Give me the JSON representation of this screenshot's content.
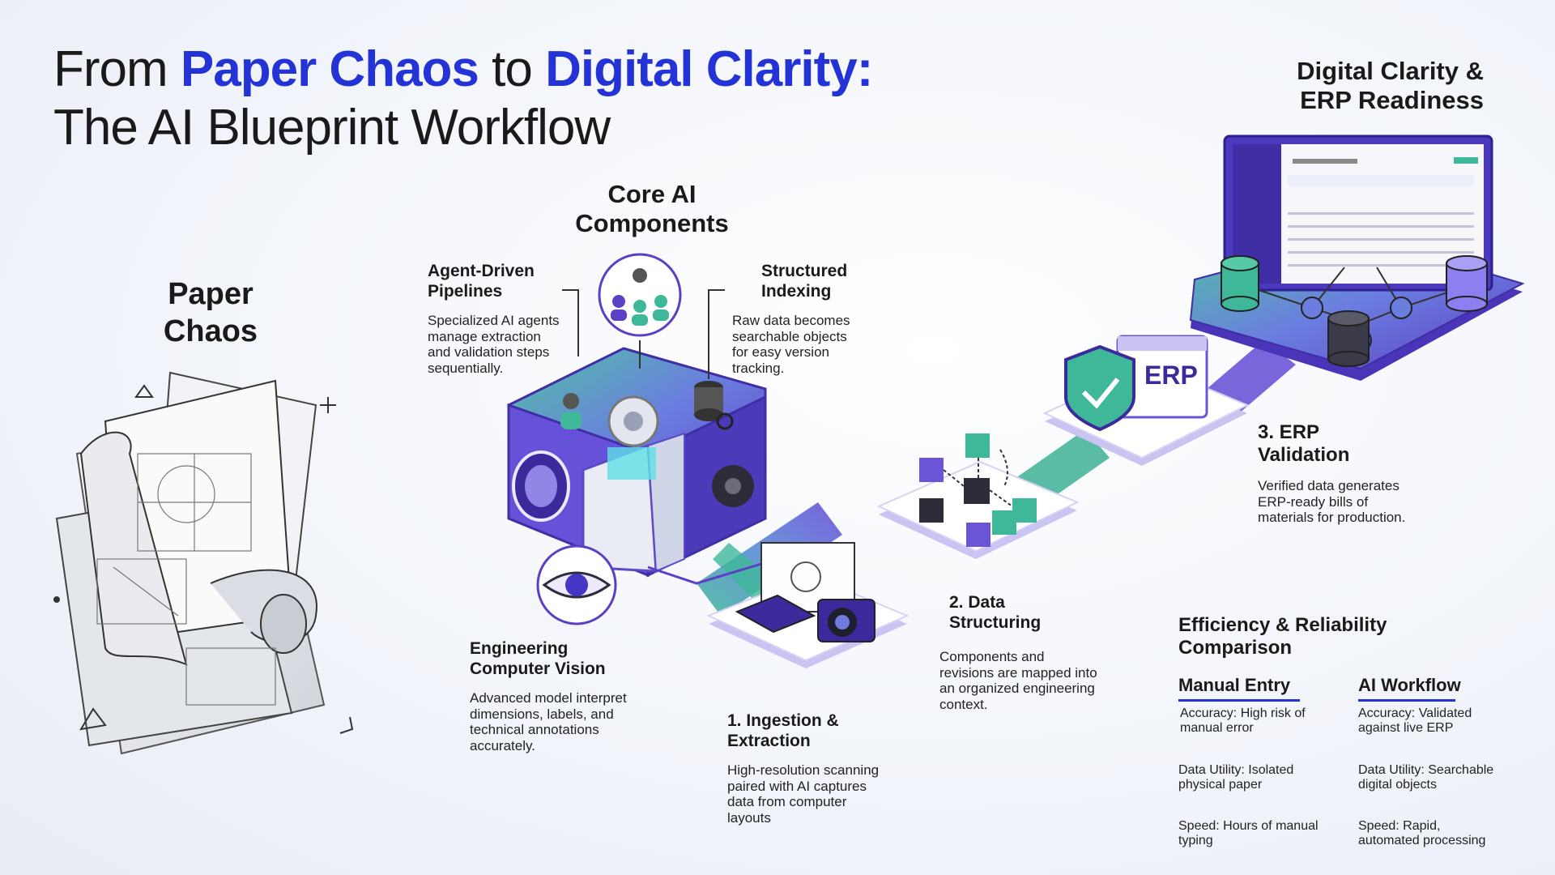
{
  "title": {
    "part1": "From ",
    "highlight1": "Paper Chaos",
    "part2": " to ",
    "highlight2": "Digital Clarity:",
    "line2": "The AI Blueprint Workflow"
  },
  "paper_chaos": {
    "line1": "Paper",
    "line2": "Chaos"
  },
  "core": {
    "heading_line1": "Core AI",
    "heading_line2": "Components",
    "agent": {
      "title_line1": "Agent-Driven",
      "title_line2": "Pipelines",
      "text": [
        "Specialized AI agents",
        "manage extraction",
        "and validation steps",
        "sequentially."
      ]
    },
    "indexing": {
      "title_line1": "Structured",
      "title_line2": "Indexing",
      "text": [
        "Raw data becomes",
        "searchable objects",
        "for easy version",
        "tracking."
      ]
    },
    "vision": {
      "title_line1": "Engineering",
      "title_line2": "Computer Vision",
      "text": [
        "Advanced model interpret",
        "dimensions, labels, and",
        "technical annotations",
        "accurately."
      ]
    }
  },
  "steps": {
    "step1": {
      "title_line1": "1. Ingestion &",
      "title_line2": "Extraction",
      "text": [
        "High-resolution scanning",
        "paired with AI captures",
        "data from computer",
        "layouts"
      ]
    },
    "step2": {
      "title_line1": "2. Data",
      "title_line2": "Structuring",
      "text": [
        "Components and",
        "revisions are mapped into",
        "an organized engineering",
        "context."
      ]
    },
    "step3": {
      "title_line1": "3. ERP",
      "title_line2": "Validation",
      "text": [
        "Verified data generates",
        "ERP-ready bills of",
        "materials for production."
      ]
    }
  },
  "erp_badge": "ERP",
  "digital": {
    "line1": "Digital Clarity &",
    "line2": "ERP Readiness"
  },
  "comparison": {
    "title_line1": "Efficiency & Reliability",
    "title_line2": "Comparison",
    "manual": {
      "header": "Manual Entry",
      "rows": [
        [
          "Accuracy: High risk of",
          "manual error"
        ],
        [
          "Data Utility: Isolated",
          "physical paper"
        ],
        [
          "Speed: Hours of manual",
          "typing"
        ]
      ]
    },
    "ai": {
      "header": "AI Workflow",
      "rows": [
        [
          "Accuracy: Validated",
          "against live ERP"
        ],
        [
          "Data Utility: Searchable",
          "digital objects"
        ],
        [
          "Speed: Rapid,",
          "automated processing"
        ]
      ]
    }
  },
  "colors": {
    "accent_blue": "#2433d6",
    "purple": "#5b3fc4",
    "teal": "#3fb89a",
    "light_purple": "#c9c4f2"
  },
  "icons": [
    "team-icon",
    "gear-icon",
    "database-icon",
    "magnifier-icon",
    "eye-icon",
    "shield-check-icon",
    "camera-icon",
    "scanner-icon",
    "dashboard-screen-icon"
  ]
}
